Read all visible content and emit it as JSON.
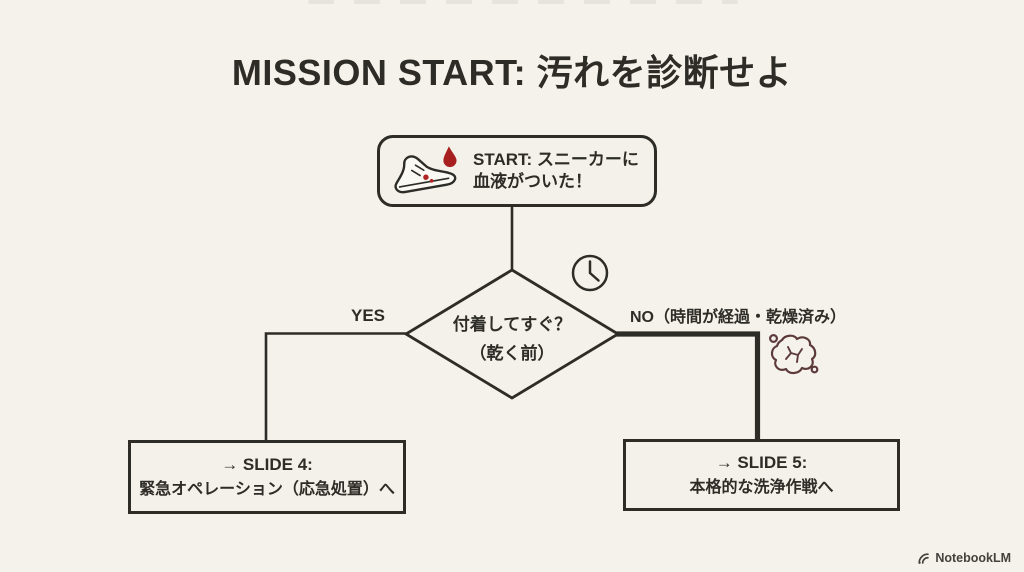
{
  "title": "MISSION START: 汚れを診断せよ",
  "flowchart": {
    "start": {
      "line1": "START: スニーカーに",
      "line2": "血液がついた！",
      "icon": "sneaker-with-blood-drop-icon"
    },
    "decision": {
      "line1": "付着してすぐ？",
      "line2": "（乾く前）",
      "icon": "clock-icon"
    },
    "branches": {
      "yes_label": "YES",
      "no_label": "NO（時間が経過・乾燥済み）",
      "no_icon": "dried-stain-icon"
    },
    "outcome_yes": {
      "line1": "→ SLIDE 4:",
      "line2": "緊急オペレーション（応急処置）へ"
    },
    "outcome_no": {
      "line1": "→ SLIDE 5:",
      "line2": "本格的な洗浄作戦へ"
    }
  },
  "watermark": {
    "label": "NotebookLM",
    "icon": "notebooklm-logo-icon"
  },
  "colors": {
    "background": "#f3f1ea",
    "ink": "#2e2c27",
    "blood_red": "#a81f1f",
    "stain_brown": "#5d3a3a"
  }
}
